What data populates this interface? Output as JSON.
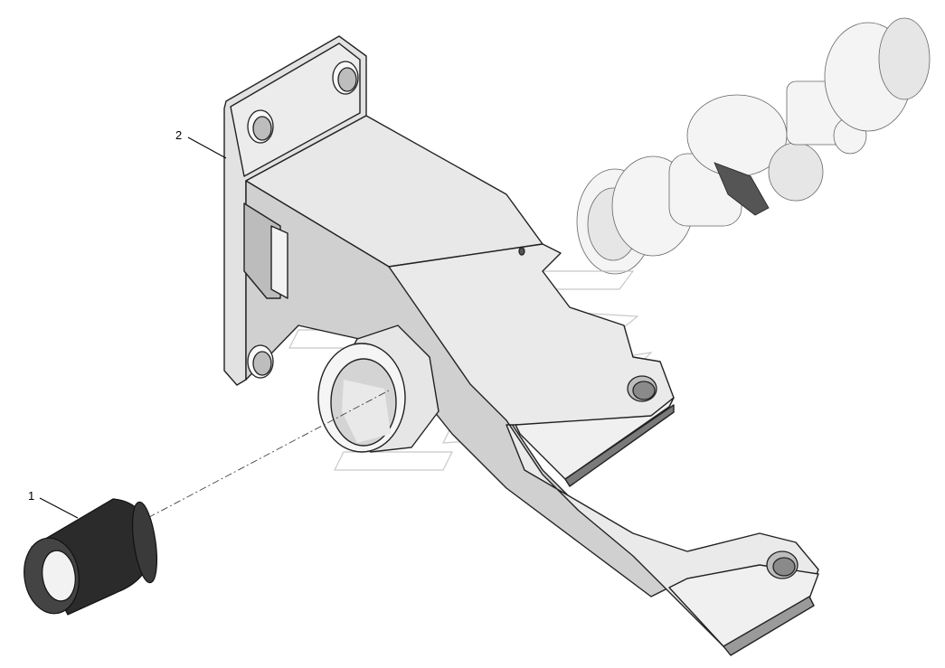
{
  "callouts": [
    {
      "label": "1",
      "part": "bushing"
    },
    {
      "label": "2",
      "part": "bracket"
    }
  ],
  "colors": {
    "background": "#ffffff",
    "line": "#222222",
    "surface_light": "#ececec",
    "surface_mid": "#d6d6d6",
    "surface_dark": "#b8b8b8",
    "bushing": "#2b2b2b",
    "watermark": "#bbbbbb"
  }
}
